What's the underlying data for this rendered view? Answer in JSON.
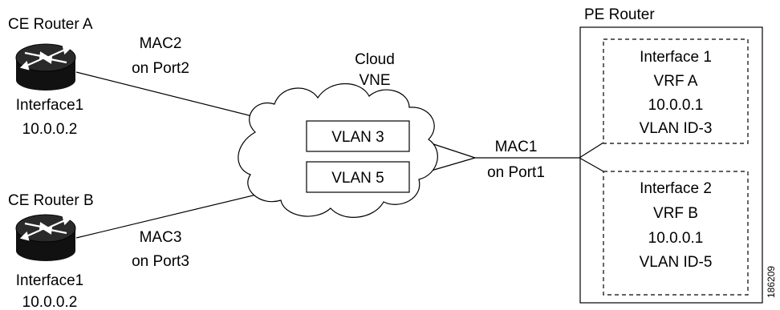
{
  "ce_router_a": {
    "title": "CE Router A",
    "mac_line1": "MAC2",
    "mac_line2": "on Port2",
    "interface_line1": "Interface1",
    "interface_line2": "10.0.0.2",
    "icon": "router-icon"
  },
  "ce_router_b": {
    "title": "CE Router B",
    "mac_line1": "MAC3",
    "mac_line2": "on Port3",
    "interface_line1": "Interface1",
    "interface_line2": "10.0.0.2",
    "icon": "router-icon"
  },
  "cloud": {
    "line1": "Cloud",
    "line2": "VNE",
    "vlan_top": "VLAN 3",
    "vlan_bottom": "VLAN 5"
  },
  "pe_link": {
    "line1": "MAC1",
    "line2": "on Port1"
  },
  "pe_router": {
    "title": "PE Router",
    "interfaces": [
      {
        "line1": "Interface 1",
        "line2": "VRF A",
        "line3": "10.0.0.1",
        "line4": "VLAN ID-3"
      },
      {
        "line1": "Interface 2",
        "line2": "VRF B",
        "line3": "10.0.0.1",
        "line4": "VLAN ID-5"
      }
    ]
  },
  "figure_id": "186209"
}
